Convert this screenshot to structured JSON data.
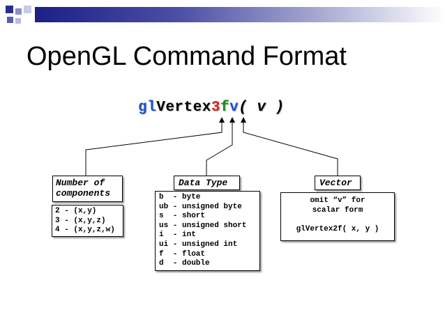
{
  "slide": {
    "title": "OpenGL Command Format",
    "colors": {
      "bar_dark": "#1c1f86",
      "gl": "#1a4fd0",
      "num": "#e02020",
      "type": "#1a8a1a",
      "vec": "#1a4fd0"
    }
  },
  "command": {
    "prefix": "gl",
    "name": "Vertex",
    "count": "3",
    "type": "f",
    "vector": "v",
    "args": "( v )"
  },
  "components": {
    "header_line1": "Number of",
    "header_line2": "components",
    "items": [
      "2 - (x,y)",
      "3 - (x,y,z)",
      "4 - (x,y,z,w)"
    ]
  },
  "data_type": {
    "header": "Data Type",
    "items": [
      "b  - byte",
      "ub - unsigned byte",
      "s  - short",
      "us - unsigned short",
      "i  - int",
      "ui - unsigned int",
      "f  - float",
      "d  - double"
    ]
  },
  "vector": {
    "header": "Vector",
    "line1": "omit “v” for",
    "line2": "scalar form",
    "example": "glVertex2f( x, y )"
  }
}
